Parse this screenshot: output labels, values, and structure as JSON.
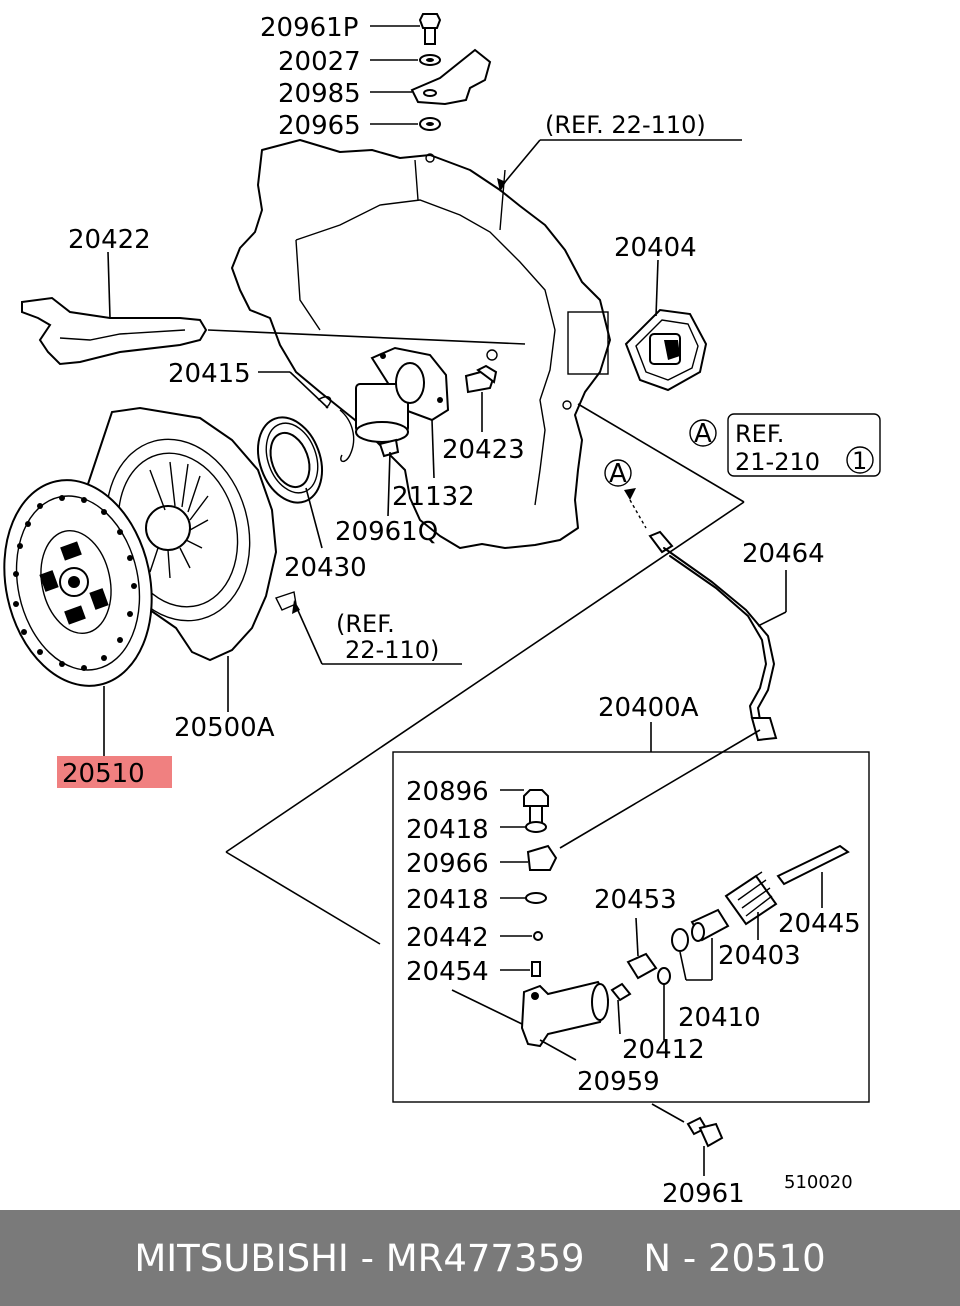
{
  "diagram": {
    "labels": {
      "p20961P": "20961P",
      "p20027": "20027",
      "p20985": "20985",
      "p20965": "20965",
      "ref_22_110_top": "(REF. 22-110)",
      "p20422": "20422",
      "p20404": "20404",
      "p20415": "20415",
      "p20423": "20423",
      "p21132": "21132",
      "p20961Q": "20961Q",
      "p20430": "20430",
      "ref_box_line1": "REF.",
      "ref_box_line2": "21-210",
      "ref_box_circle": "1",
      "marker_a": "A",
      "p20464": "20464",
      "ref_mid_line1": "(REF.",
      "ref_mid_line2": "22-110)",
      "p20500A": "20500A",
      "p20510": "20510",
      "p20400A": "20400A",
      "p20896": "20896",
      "p20418a": "20418",
      "p20966": "20966",
      "p20418b": "20418",
      "p20453": "20453",
      "p20445": "20445",
      "p20442": "20442",
      "p20403": "20403",
      "p20454": "20454",
      "p20410": "20410",
      "p20412": "20412",
      "p20959": "20959",
      "p20961": "20961",
      "code": "510020"
    },
    "highlight_color": "#f08080"
  },
  "footer": {
    "text": "MITSUBISHI - MR477359     N - 20510"
  }
}
